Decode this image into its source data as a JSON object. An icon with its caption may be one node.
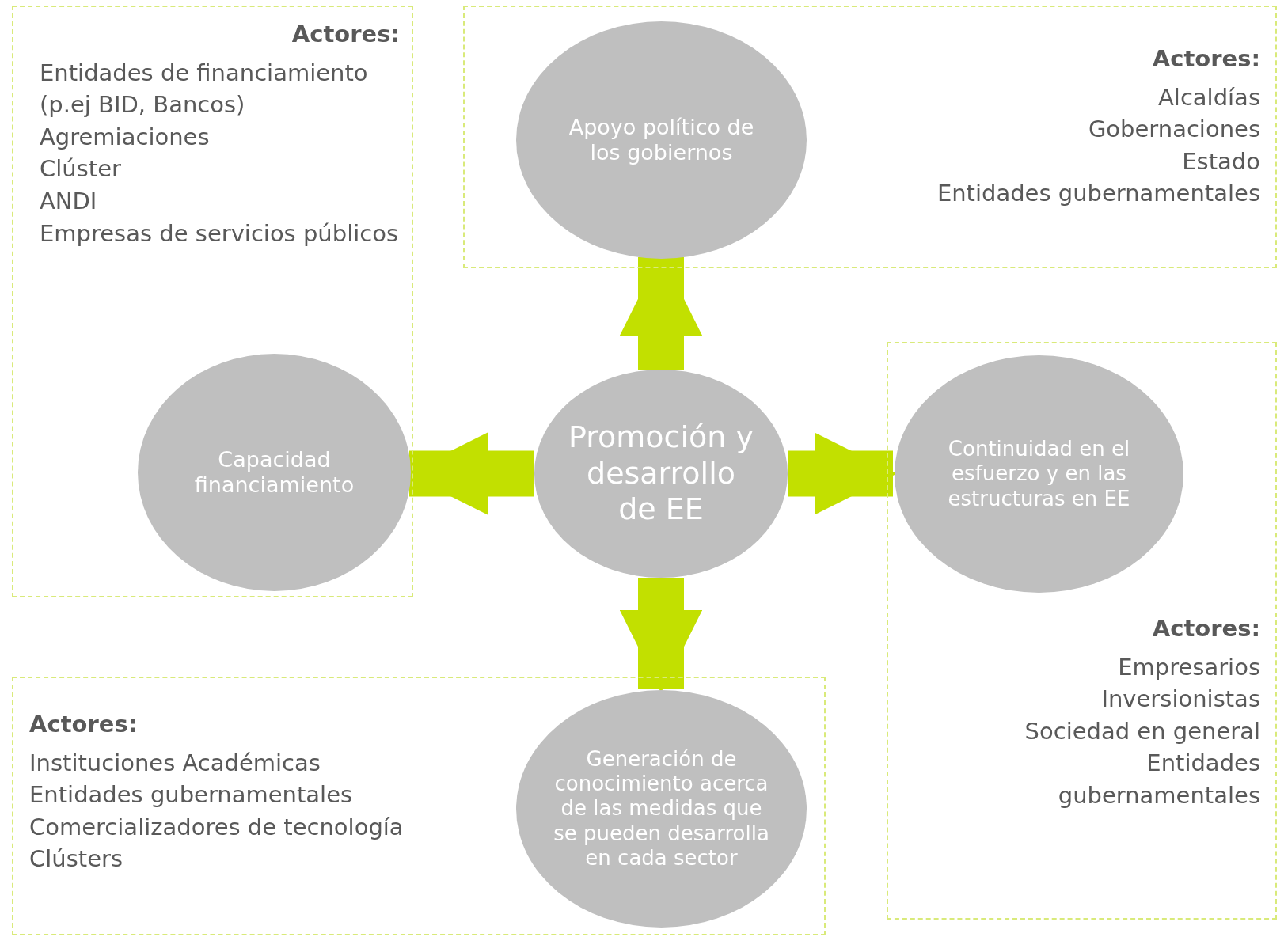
{
  "diagram": {
    "nodes": [
      {
        "text": [
          "Actores:",
          "Entidades de financiamiento (p.ej BID, Bancos)",
          "Agremiaciones",
          "Clúster",
          "ANDI",
          "Empresas de servicios públicos"
        ]
      },
      {
        "text": [
          "Capacidad financiamiento"
        ],
        "in": 0
      },
      {
        "text": [
          "Actores:",
          "Alcaldías",
          "Gobernaciones",
          "Estado",
          "Entidades gubernamentales"
        ]
      },
      {
        "text": [
          "Apoyo político de los gobiernos"
        ],
        "in": 2
      },
      {
        "text": [
          "Promoción y desarrollo de EE"
        ]
      },
      {
        "text": [
          "Actores:",
          "Empresarios",
          "Inversionistas",
          "Sociedad en general",
          "Entidades gubernamentales"
        ]
      },
      {
        "text": [
          "Continuidad en el esfuerzo y en las estructuras en EE"
        ],
        "in": 5
      },
      {
        "text": [
          "Actores:",
          "Instituciones Académicas",
          "Entidades gubernamentales",
          "Comercializadores de tecnología",
          "Clústers"
        ]
      },
      {
        "text": [
          "Generación de conocimiento acerca de las medidas que se pueden desarrolla en cada sector"
        ],
        "in": 7
      }
    ],
    "edges": [
      {
        "from": 4,
        "to": 3,
        "arrow": "to"
      },
      {
        "from": 4,
        "to": 1,
        "arrow": "to"
      },
      {
        "from": 4,
        "to": 6,
        "arrow": "to"
      },
      {
        "from": 4,
        "to": 8,
        "arrow": "to"
      }
    ]
  }
}
